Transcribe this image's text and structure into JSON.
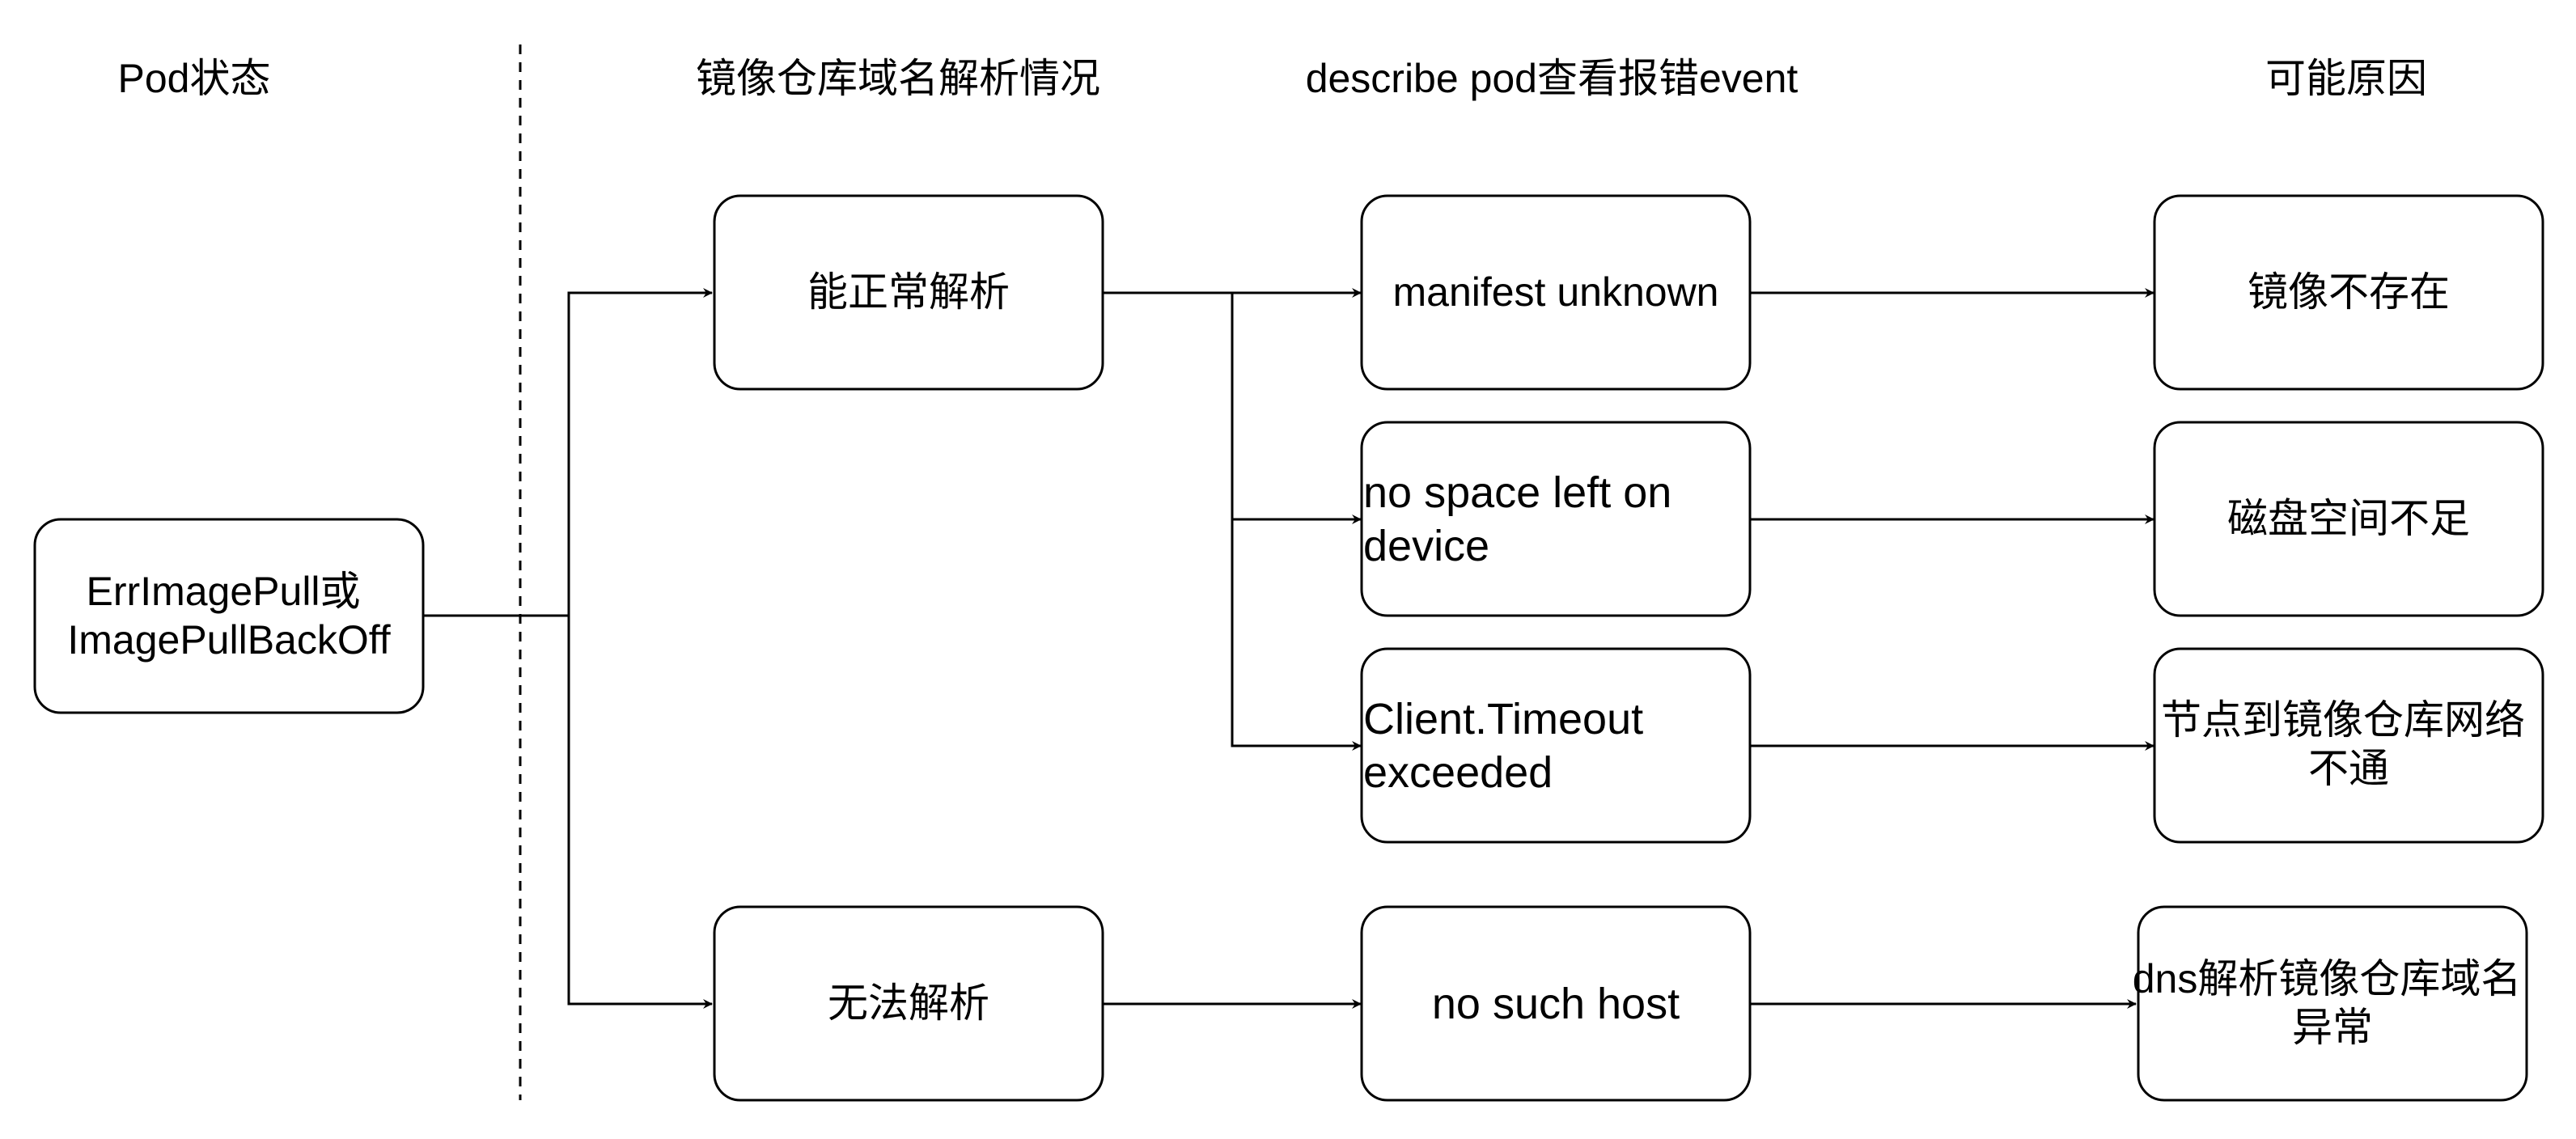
{
  "headers": {
    "pod_status": "Pod状态",
    "dns_resolution": "镜像仓库域名解析情况",
    "describe_event": "describe pod查看报错event",
    "possible_cause": "可能原因"
  },
  "nodes": {
    "pod_state": [
      "ErrImagePull或",
      "ImagePullBackOff"
    ],
    "resolves_ok": [
      "能正常解析"
    ],
    "cannot_resolve": [
      "无法解析"
    ],
    "event_manifest_unknown": [
      "manifest unknown"
    ],
    "event_no_space": [
      "no space left on",
      "device"
    ],
    "event_client_timeout": [
      "Client.Timeout",
      "exceeded"
    ],
    "event_no_such_host": [
      "no such host"
    ],
    "cause_image_missing": [
      "镜像不存在"
    ],
    "cause_disk_full": [
      "磁盘空间不足"
    ],
    "cause_network_unreachable": [
      "节点到镜像仓库网络",
      "不通"
    ],
    "cause_dns_error": [
      "dns解析镜像仓库域名",
      "异常"
    ]
  }
}
